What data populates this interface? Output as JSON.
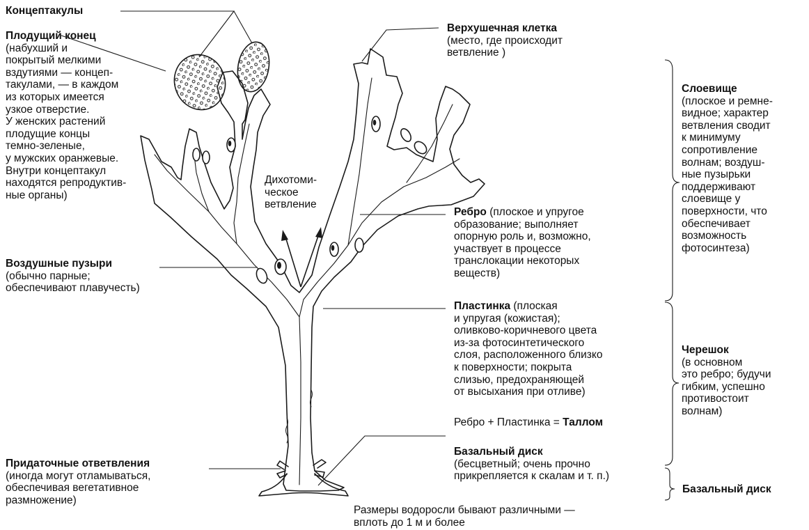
{
  "labels": {
    "conceptacles": {
      "title": "Концептакулы"
    },
    "fruiting_end": {
      "title": "Плодущий конец",
      "desc": "(набухший и\nпокрытый мелкими\nвздутиями — концеп-\nтакулами, — в каждом\nиз которых имеется\nузкое отверстие.\nУ женских растений\nплодущие концы\nтемно-зеленые,\nу мужских оранжевые.\nВнутри концептакул\nнаходятся репродуктив-\nные органы)"
    },
    "air_bladders": {
      "title": "Воздушные пузыри",
      "desc": "(обычно парные;\nобеспечивают плавучесть)"
    },
    "adventitious": {
      "title": "Придаточные ответвления",
      "desc": "(иногда могут отламываться,\nобеспечивая вегетативное\nразмножение)"
    },
    "dichotomous": {
      "text": "Дихотоми-\nческое\nветвление"
    },
    "apical_cell": {
      "title": "Верхушечная клетка",
      "desc": "(место, где происходит\nветвление )"
    },
    "midrib": {
      "title": "Ребро",
      "desc_first": " (плоское и упругое",
      "desc": "образование; выполняет\nопорную роль и, возможно,\nучаствует в процессе\nтранслокации некоторых\nвеществ)"
    },
    "lamina": {
      "title": "Пластинка",
      "desc_first": " (плоская",
      "desc": "и упругая (кожистая);\nоливково-коричневого цвета\nиз-за фотосинтетического\nслоя, расположенного близко\nк поверхности; покрыта\nслизью, предохраняющей\nот высыхания при отливе)"
    },
    "formula": {
      "prefix": "Ребро + Пластинка = ",
      "result": "Таллом"
    },
    "holdfast": {
      "title": "Базальный диск",
      "desc": "(бесцветный; очень прочно\nприкрепляется к скалам и т. п.)"
    },
    "size_note": {
      "text": "Размеры водоросли бывают различными —\nвплоть до 1 м и более"
    },
    "frond": {
      "title": "Слоевище",
      "desc": "(плоское и ремне-\nвидное; характер\nветвления сводит\nк минимуму\nсопротивление\nволнам; воздуш-\nные пузырьки\nподдерживают\nслоевище у\nповерхности, что\nобеспечивает\nвозможность\nфотосинтеза)"
    },
    "stipe": {
      "title": "Черешок",
      "desc": "(в основном\nэто ребро; будучи\nгибким, успешно\nпротивостоит\nволнам)"
    },
    "holdfast_region": {
      "title": "Базальный диск"
    }
  }
}
